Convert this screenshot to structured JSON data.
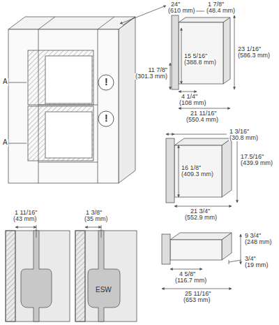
{
  "diagram": {
    "labels": [
      "24\"",
      "(610 mm)",
      "1 7/8\"",
      "(48.4 mm)",
      "A",
      "!",
      "23 1/16\"",
      "(586.3 mm)",
      "15 5/16\"",
      "(388.8 mm)",
      "11 7/8\"",
      "(301.3 mm)",
      "4 1/4\"",
      "(108 mm)",
      "21 11/16\"",
      "(550.4 mm)",
      "A",
      "!",
      "1 3/16\"",
      "(30.8 mm)",
      "17.5/16\"",
      "(439.9 mm)",
      "16 1/8\"",
      "(409.3 mm)",
      "21 3/4\"",
      "(552.9 mm)",
      "9 3/4\"",
      "(248 mm)",
      "3/4\"",
      "(19 mm)",
      "4 5/8\"",
      "(116.7 mm)",
      "25 11/16\"",
      "(653 mm)",
      "1 11/16\"",
      "(43 mm)",
      "1 3/8\"",
      "(35 mm)",
      "ESW"
    ]
  }
}
